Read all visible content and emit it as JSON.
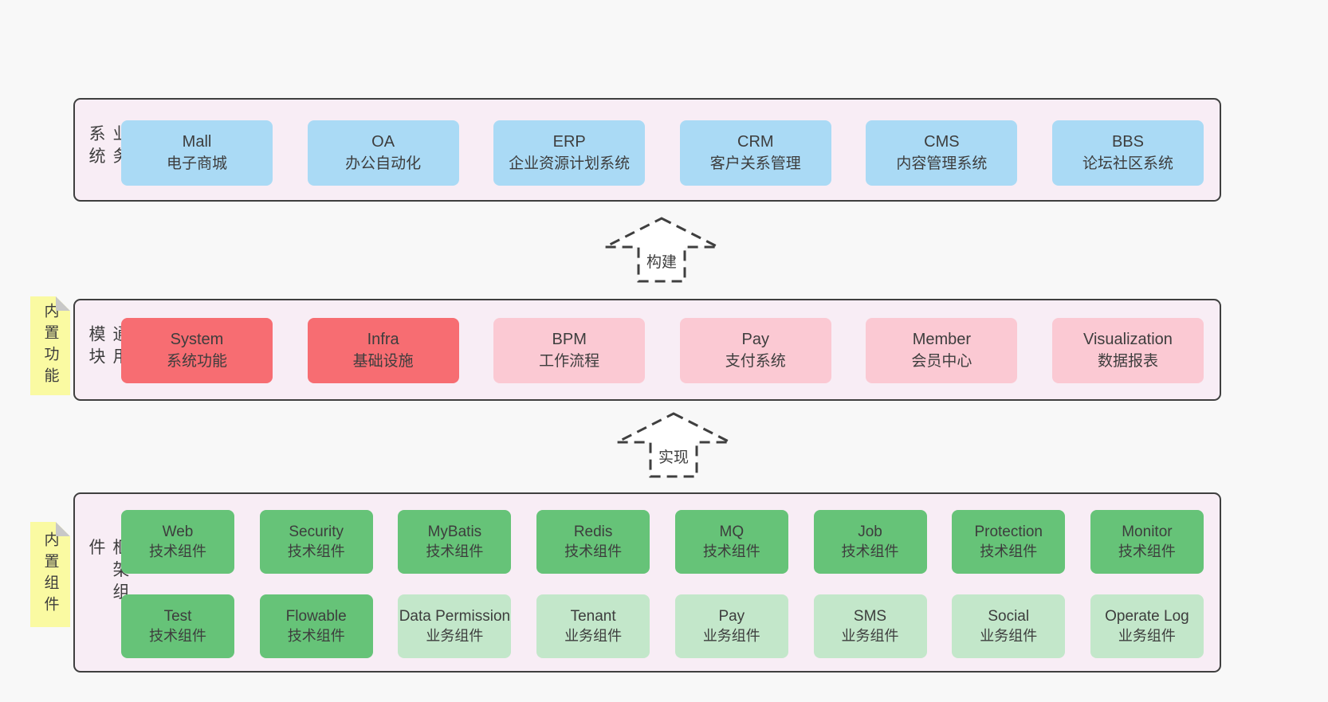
{
  "palette": {
    "page_bg": "#f8f8f8",
    "section_bg": "#f8edf5",
    "section_border": "#3f3f3f",
    "blue_box": "#aadaf5",
    "red_box": "#f76d72",
    "pink_box": "#fbc9d3",
    "green_dark_box": "#66c378",
    "green_light_box": "#c3e7ca",
    "note_bg": "#fafaa2",
    "note_fold": "#c8c8c8",
    "text": "#3d3d3d"
  },
  "arrows": [
    {
      "label": "构建"
    },
    {
      "label": "实现"
    }
  ],
  "sections": [
    {
      "label": "业务系统",
      "boxes": [
        {
          "name": "Mall",
          "desc": "电子商城",
          "type": "blue"
        },
        {
          "name": "OA",
          "desc": "办公自动化",
          "type": "blue"
        },
        {
          "name": "ERP",
          "desc": "企业资源计划系统",
          "type": "blue"
        },
        {
          "name": "CRM",
          "desc": "客户关系管理",
          "type": "blue"
        },
        {
          "name": "CMS",
          "desc": "内容管理系统",
          "type": "blue"
        },
        {
          "name": "BBS",
          "desc": "论坛社区系统",
          "type": "blue"
        }
      ]
    },
    {
      "label": "通用模块",
      "note": "内置功能",
      "boxes": [
        {
          "name": "System",
          "desc": "系统功能",
          "type": "red"
        },
        {
          "name": "Infra",
          "desc": "基础设施",
          "type": "red"
        },
        {
          "name": "BPM",
          "desc": "工作流程",
          "type": "pink"
        },
        {
          "name": "Pay",
          "desc": "支付系统",
          "type": "pink"
        },
        {
          "name": "Member",
          "desc": "会员中心",
          "type": "pink"
        },
        {
          "name": "Visualization",
          "desc": "数据报表",
          "type": "pink"
        }
      ]
    },
    {
      "label": "框架组件",
      "note": "内置组件",
      "rows": [
        [
          {
            "name": "Web",
            "desc": "技术组件",
            "type": "green-dark"
          },
          {
            "name": "Security",
            "desc": "技术组件",
            "type": "green-dark"
          },
          {
            "name": "MyBatis",
            "desc": "技术组件",
            "type": "green-dark"
          },
          {
            "name": "Redis",
            "desc": "技术组件",
            "type": "green-dark"
          },
          {
            "name": "MQ",
            "desc": "技术组件",
            "type": "green-dark"
          },
          {
            "name": "Job",
            "desc": "技术组件",
            "type": "green-dark"
          },
          {
            "name": "Protection",
            "desc": "技术组件",
            "type": "green-dark"
          },
          {
            "name": "Monitor",
            "desc": "技术组件",
            "type": "green-dark"
          }
        ],
        [
          {
            "name": "Test",
            "desc": "技术组件",
            "type": "green-dark"
          },
          {
            "name": "Flowable",
            "desc": "技术组件",
            "type": "green-dark"
          },
          {
            "name": "Data Permission",
            "desc": "业务组件",
            "type": "green-light"
          },
          {
            "name": "Tenant",
            "desc": "业务组件",
            "type": "green-light"
          },
          {
            "name": "Pay",
            "desc": "业务组件",
            "type": "green-light"
          },
          {
            "name": "SMS",
            "desc": "业务组件",
            "type": "green-light"
          },
          {
            "name": "Social",
            "desc": "业务组件",
            "type": "green-light"
          },
          {
            "name": "Operate Log",
            "desc": "业务组件",
            "type": "green-light"
          }
        ]
      ]
    }
  ]
}
